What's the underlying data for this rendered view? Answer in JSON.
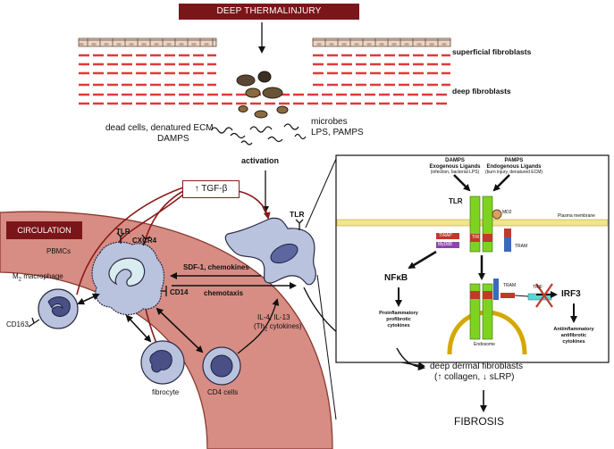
{
  "title": "DEEP THERMALINJURY",
  "layers": {
    "superficial": "superficial fibroblasts",
    "deep": "deep fibroblasts"
  },
  "debris": {
    "left_line1": "dead cells, denatured ECM",
    "left_line2": "DAMPS",
    "right_line1": "microbes",
    "right_line2": "LPS, PAMPS"
  },
  "activation": "activation",
  "tgf": "↑ TGF-β",
  "tlr_main": "TLR",
  "circulation": {
    "label": "CIRCULATION",
    "pbmcs": "PBMCs",
    "macrophage_prefix": "M",
    "macrophage_sub": "2",
    "macrophage_suffix": " macrophage",
    "cd163": "CD163",
    "tlr": "TLR",
    "cxcr4": "CXCR4",
    "cd14": "CD14",
    "fibrocyte": "fibrocyte",
    "cd4": "CD4 cells"
  },
  "signals": {
    "sdf": "SDF-1, chemokines",
    "chemotaxis": "chemotaxis",
    "il_line1": "IL-4, IL-13",
    "il_line2_prefix": "(Th",
    "il_line2_sub": "2",
    "il_line2_suffix": " cytokines)"
  },
  "inset": {
    "damps_title": "DAMPS",
    "damps_line2": "Exogenous Ligands",
    "damps_line3": "(infection, bacterial LPS)",
    "pamps_title": "PAMPS",
    "pamps_line2": "Endogenous Ligands",
    "pamps_line3": "(burn injury, denatured ECM)",
    "tlr": "TLR",
    "md2": "MD2",
    "plasma_membrane": "Plasma membrane",
    "myd88": "MyD88",
    "tirap": "TIRAP",
    "tir": "TIR",
    "tram": "TRAM",
    "trif": "TRIF",
    "tram2": "TRAM",
    "nfkb": "NFκB",
    "pro_line1": "Proinflammatory",
    "pro_line2": "profibrotic",
    "pro_line3": "cytokines",
    "endosome": "Endosome",
    "irf3": "IRF3",
    "anti_line1": "Antiinflammatory",
    "anti_line2": "antifibrotic",
    "anti_line3": "cytokines"
  },
  "outcome": {
    "line1": "deep dermal fibroblasts",
    "line2": "(↑ collagen, ↓ sLRP)",
    "fibrosis": "FIBROSIS"
  },
  "colors": {
    "banner": "#7a1619",
    "fibroblast_dash": "#e03a3a",
    "circulation_fill": "#d78d84",
    "circulation_edge": "#8a3a30",
    "receptor_green": "#7ed321",
    "membrane_yellow": "#f2e58a",
    "arrow_dark_red": "#8a1a1a"
  }
}
